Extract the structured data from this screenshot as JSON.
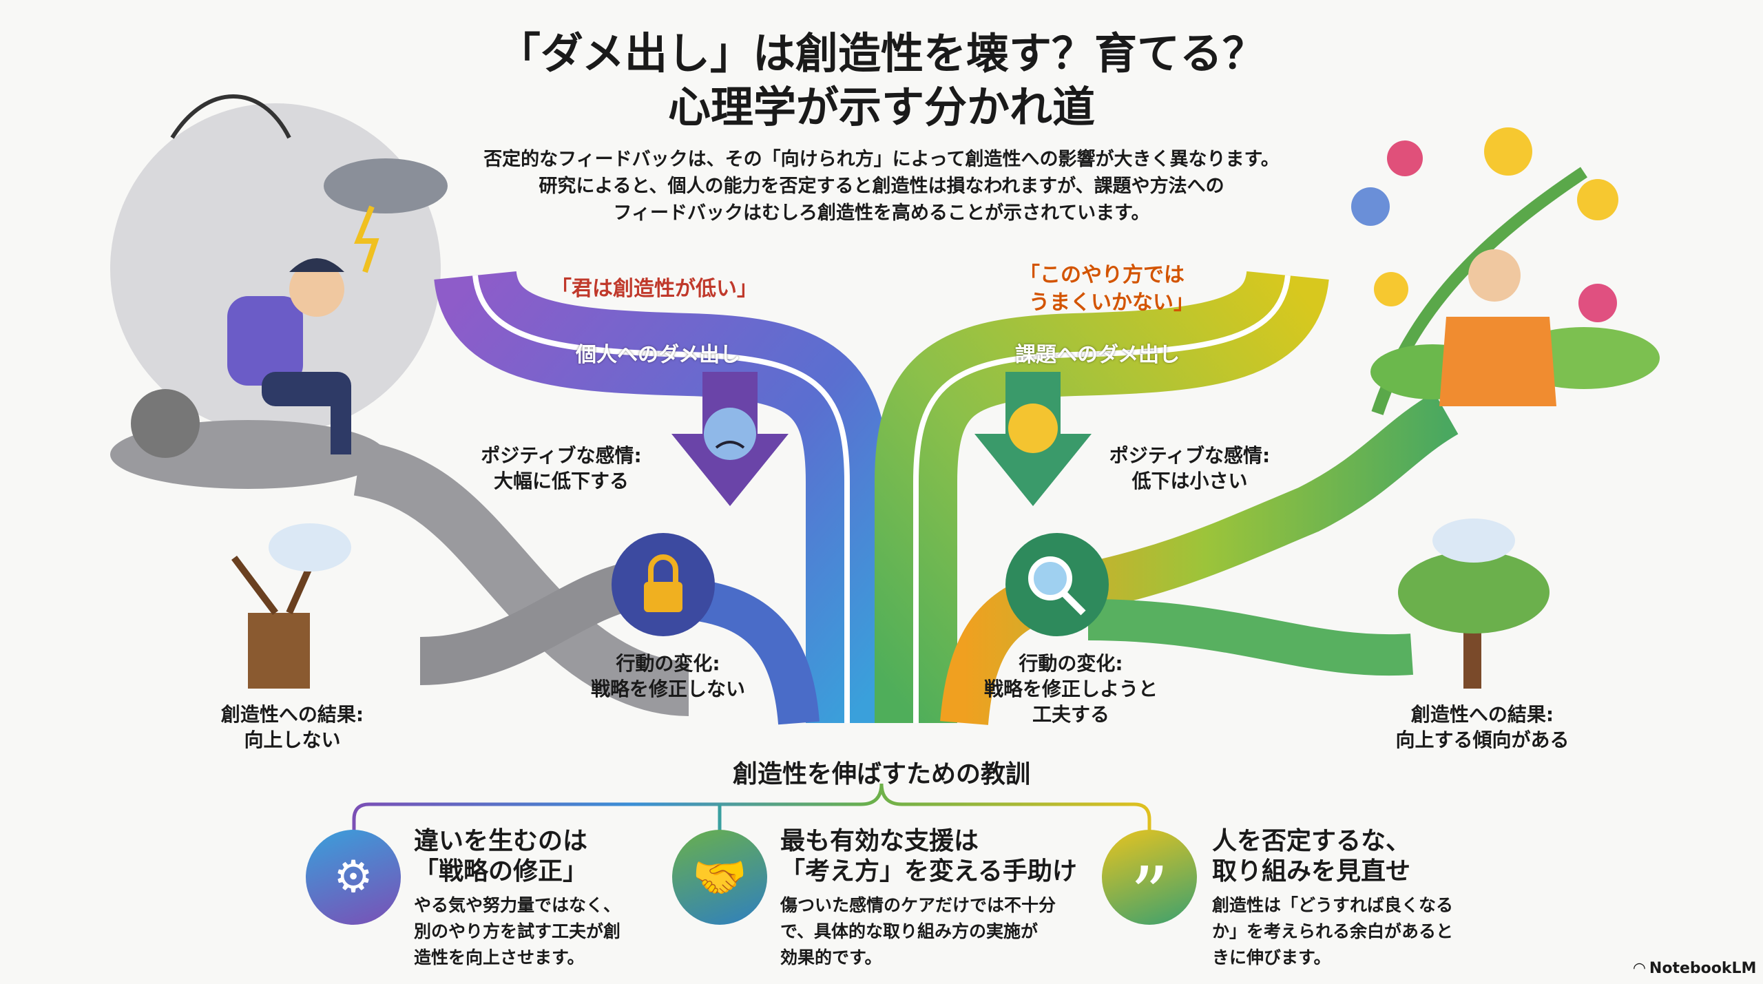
{
  "title": {
    "line1": "「ダメ出し」は創造性を壊す？育てる？",
    "line2": "心理学が示す分かれ道"
  },
  "description": [
    "否定的なフィードバックは、その「向けられ方」によって創造性への影響が大きく異なります。",
    "研究によると、個人の能力を否定すると創造性は損なわれますが、課題や方法への",
    "フィードバックはむしろ創造性を高めることが示されています。"
  ],
  "left_path": {
    "quote": "「君は創造性が低い」",
    "road_label": "個人へのダメ出し",
    "emotion": {
      "label": "ポジティブな感情:",
      "value": "大幅に低下する"
    },
    "behavior": {
      "label": "行動の変化:",
      "value": "戦略を修正しない"
    },
    "result": {
      "label": "創造性への結果:",
      "value": "向上しない"
    },
    "face_icon": "sad-face-icon",
    "behavior_icon": "lock-icon"
  },
  "right_path": {
    "quote_line1": "「このやり方では",
    "quote_line2": "うまくいかない」",
    "road_label": "課題へのダメ出し",
    "emotion": {
      "label": "ポジティブな感情:",
      "value": "低下は小さい"
    },
    "behavior": {
      "label": "行動の変化:",
      "value1": "戦略を修正しようと",
      "value2": "工夫する"
    },
    "result": {
      "label": "創造性への結果:",
      "value": "向上する傾向がある"
    },
    "face_icon": "thinking-face-icon",
    "behavior_icon": "magnifier-gear-icon"
  },
  "lessons": {
    "heading": "創造性を伸ばすための教訓",
    "items": [
      {
        "title1": "違いを生むのは",
        "title2": "「戦略の修正」",
        "body": [
          "やる気や努力量ではなく、",
          "別のやり方を試す工夫が創",
          "造性を向上させます。"
        ],
        "icon": "brain-gear-icon"
      },
      {
        "title1": "最も有効な支援は",
        "title2": "「考え方」を変える手助け",
        "body": [
          "傷ついた感情のケアだけでは不十分",
          "で、具体的な取り組み方の実施が",
          "効果的です。"
        ],
        "icon": "hands-icon"
      },
      {
        "title1": "人を否定するな、",
        "title2": "取り組みを見直せ",
        "body": [
          "創造性は「どうすれば良くなる",
          "か」を考えられる余白があると",
          "きに伸びます。"
        ],
        "icon": "quote-icon"
      }
    ]
  },
  "footer": {
    "brand": "NotebookLM"
  },
  "colors": {
    "left_accent": "#c0392b",
    "right_accent": "#d35400",
    "purple": "#7b4fb5",
    "blue": "#3b8fd6",
    "green": "#6ab04c",
    "yellow": "#d4c21e"
  }
}
